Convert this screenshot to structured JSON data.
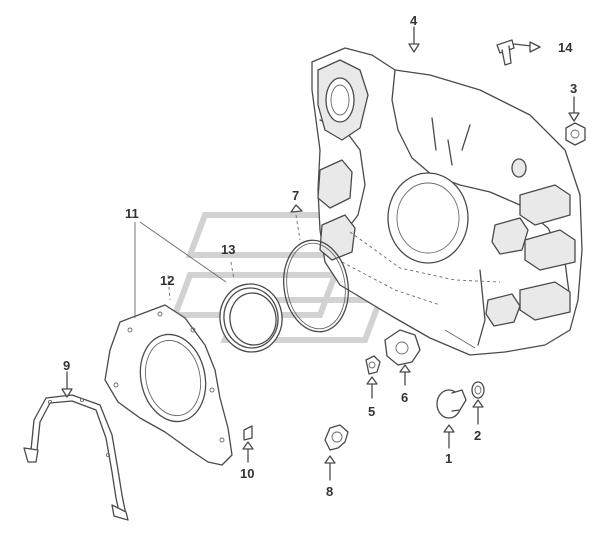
{
  "colors": {
    "line": "#4a4a4a",
    "callout_text": "#333333",
    "watermark": "#d2d2d2",
    "background": "#ffffff"
  },
  "callouts": {
    "c1": "1",
    "c2": "2",
    "c3": "3",
    "c4": "4",
    "c5": "5",
    "c6": "6",
    "c7": "7",
    "c8": "8",
    "c9": "9",
    "c10": "10",
    "c11": "11",
    "c12": "12",
    "c13": "13",
    "c14": "14"
  }
}
